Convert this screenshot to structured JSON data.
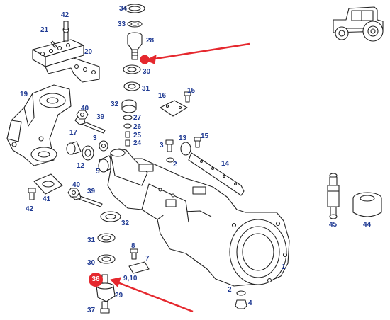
{
  "colors": {
    "label": "#1f3a93",
    "line": "#222222",
    "highlight": "#e5282e",
    "arrow": "#e5282e"
  },
  "icons": {
    "tractor": "tractor-icon"
  },
  "callouts": {
    "p1": "1",
    "p2a": "2",
    "p2b": "2",
    "p3a": "3",
    "p3b": "3",
    "p4": "4",
    "p5": "5",
    "p7": "7",
    "p8": "8",
    "p9_10": "9,10",
    "p12": "12",
    "p13": "13",
    "p14": "14",
    "p15a": "15",
    "p15b": "15",
    "p16": "16",
    "p17": "17",
    "p19": "19",
    "p20": "20",
    "p21": "21",
    "p24": "24",
    "p25": "25",
    "p26": "26",
    "p27": "27",
    "p28": "28",
    "p29": "29",
    "p30a": "30",
    "p30b": "30",
    "p31a": "31",
    "p31b": "31",
    "p32a": "32",
    "p32b": "32",
    "p33": "33",
    "p34": "34",
    "p36": "36",
    "p37": "37",
    "p39a": "39",
    "p39b": "39",
    "p40a": "40",
    "p40b": "40",
    "p41": "41",
    "p42a": "42",
    "p42b": "42",
    "p44": "44",
    "p45": "45"
  }
}
